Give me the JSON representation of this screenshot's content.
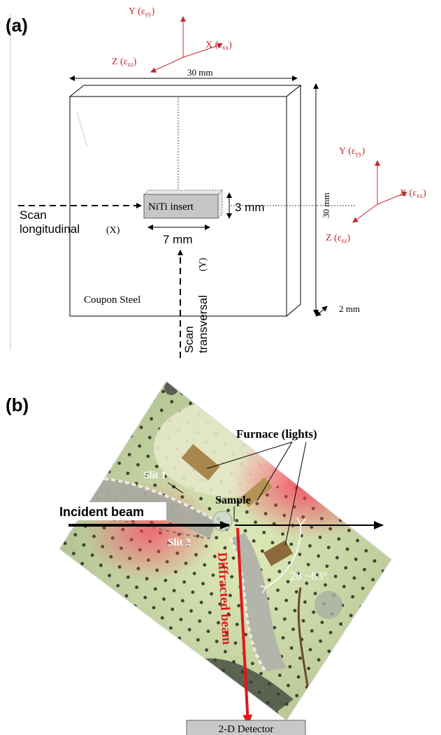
{
  "panel_a": {
    "label": "(a)",
    "axes_top": {
      "y": "Y (ε",
      "y_sub": "yy",
      "x": "X (ε",
      "x_sub": "xx",
      "z": "Z (ε",
      "z_sub": "zz",
      "close": ")"
    },
    "axes_right": {
      "y": "Y (ε",
      "y_sub": "yy",
      "x": "X (ε",
      "x_sub": "xx",
      "z": "Z (ε",
      "z_sub": "zz",
      "close": ")"
    },
    "dim_width": "30 mm",
    "dim_height": "30 mm",
    "dim_depth": "2 mm",
    "insert_label": "NiTi insert",
    "insert_height": "3 mm",
    "insert_width": "7 mm",
    "scan_long_1": "Scan",
    "scan_long_2": "longitudinal",
    "scan_long_axis": "(X)",
    "scan_trans_1": "Scan",
    "scan_trans_2": "transversal",
    "scan_trans_axis": "(Y)",
    "coupon_label": "Coupon Steel",
    "axis_color": "#c0282d"
  },
  "panel_b": {
    "label": "(b)",
    "furnace": "Furnace (lights)",
    "slit1": "Slit 1",
    "slit2": "Slit 2",
    "sample": "Sample",
    "incident": "Incident beam",
    "diffracted": "Diffracted beam",
    "angle": "2θ ~83°",
    "detector": "2-D Detector",
    "beam_color": "#e0181b"
  }
}
